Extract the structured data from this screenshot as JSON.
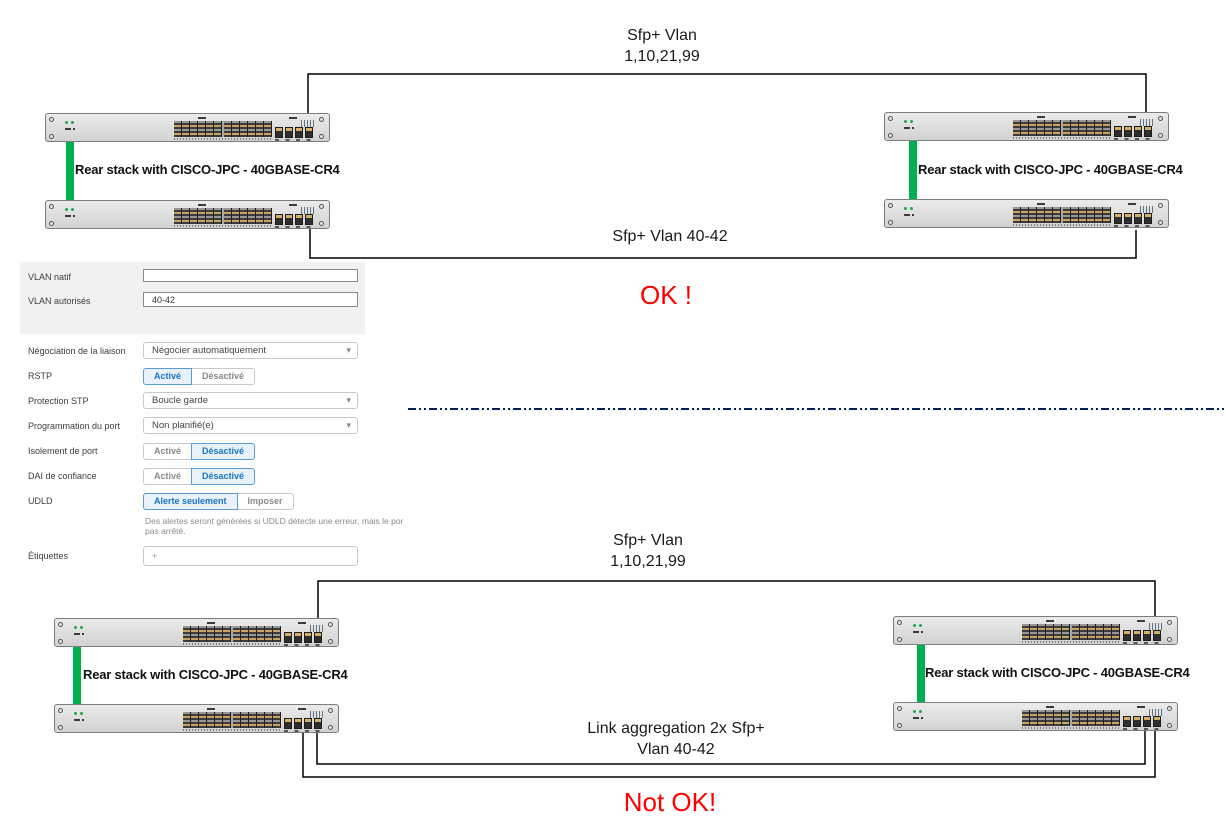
{
  "diagram": {
    "top_section": {
      "uplink_label_line1": "Sfp+ Vlan",
      "uplink_label_line2": "1,10,21,99",
      "downlink_label": "Sfp+ Vlan 40-42",
      "status": "OK !"
    },
    "bottom_section": {
      "uplink_label_line1": "Sfp+ Vlan",
      "uplink_label_line2": "1,10,21,99",
      "agg_label_line1": "Link aggregation 2x Sfp+",
      "agg_label_line2": "Vlan 40-42",
      "status": "Not OK!"
    },
    "stack_label": "Rear stack with CISCO-JPC - 40GBASE-CR4",
    "device": {
      "ports": 24,
      "sfp_ports": 4,
      "brand_icon": "cisco-logo"
    },
    "colors": {
      "stack_cable_green": "#00b050",
      "status_red": "#ff0000",
      "separator_navy": "#002060",
      "link_line_black": "#000000",
      "toggle_accent_blue": "#1a73c7"
    }
  },
  "form": {
    "vlan_natif": {
      "label": "VLAN natif",
      "value": ""
    },
    "vlan_autorises": {
      "label": "VLAN autorisés",
      "value": "40-42"
    },
    "negociation": {
      "label": "Négociation de la liaison",
      "value": "Négocier automatiquement"
    },
    "rstp": {
      "label": "RSTP",
      "on": "Activé",
      "off": "Désactivé",
      "selected": "Activé"
    },
    "protection_stp": {
      "label": "Protection STP",
      "value": "Boucle garde"
    },
    "programmation": {
      "label": "Programmation du port",
      "value": "Non planifié(e)"
    },
    "isolement": {
      "label": "Isolement de port",
      "on": "Activé",
      "off": "Désactivé",
      "selected": "Désactivé"
    },
    "dai": {
      "label": "DAI de confiance",
      "on": "Activé",
      "off": "Désactivé",
      "selected": "Désactivé"
    },
    "udld": {
      "label": "UDLD",
      "opt1": "Alerte seulement",
      "opt2": "Imposer",
      "selected": "Alerte seulement",
      "help_line1": "Des alertes seront générées si UDLD détecte une erreur, mais le por",
      "help_line2": "pas arrêté."
    },
    "etiquettes": {
      "label": "Étiquettes",
      "value": "+"
    }
  }
}
